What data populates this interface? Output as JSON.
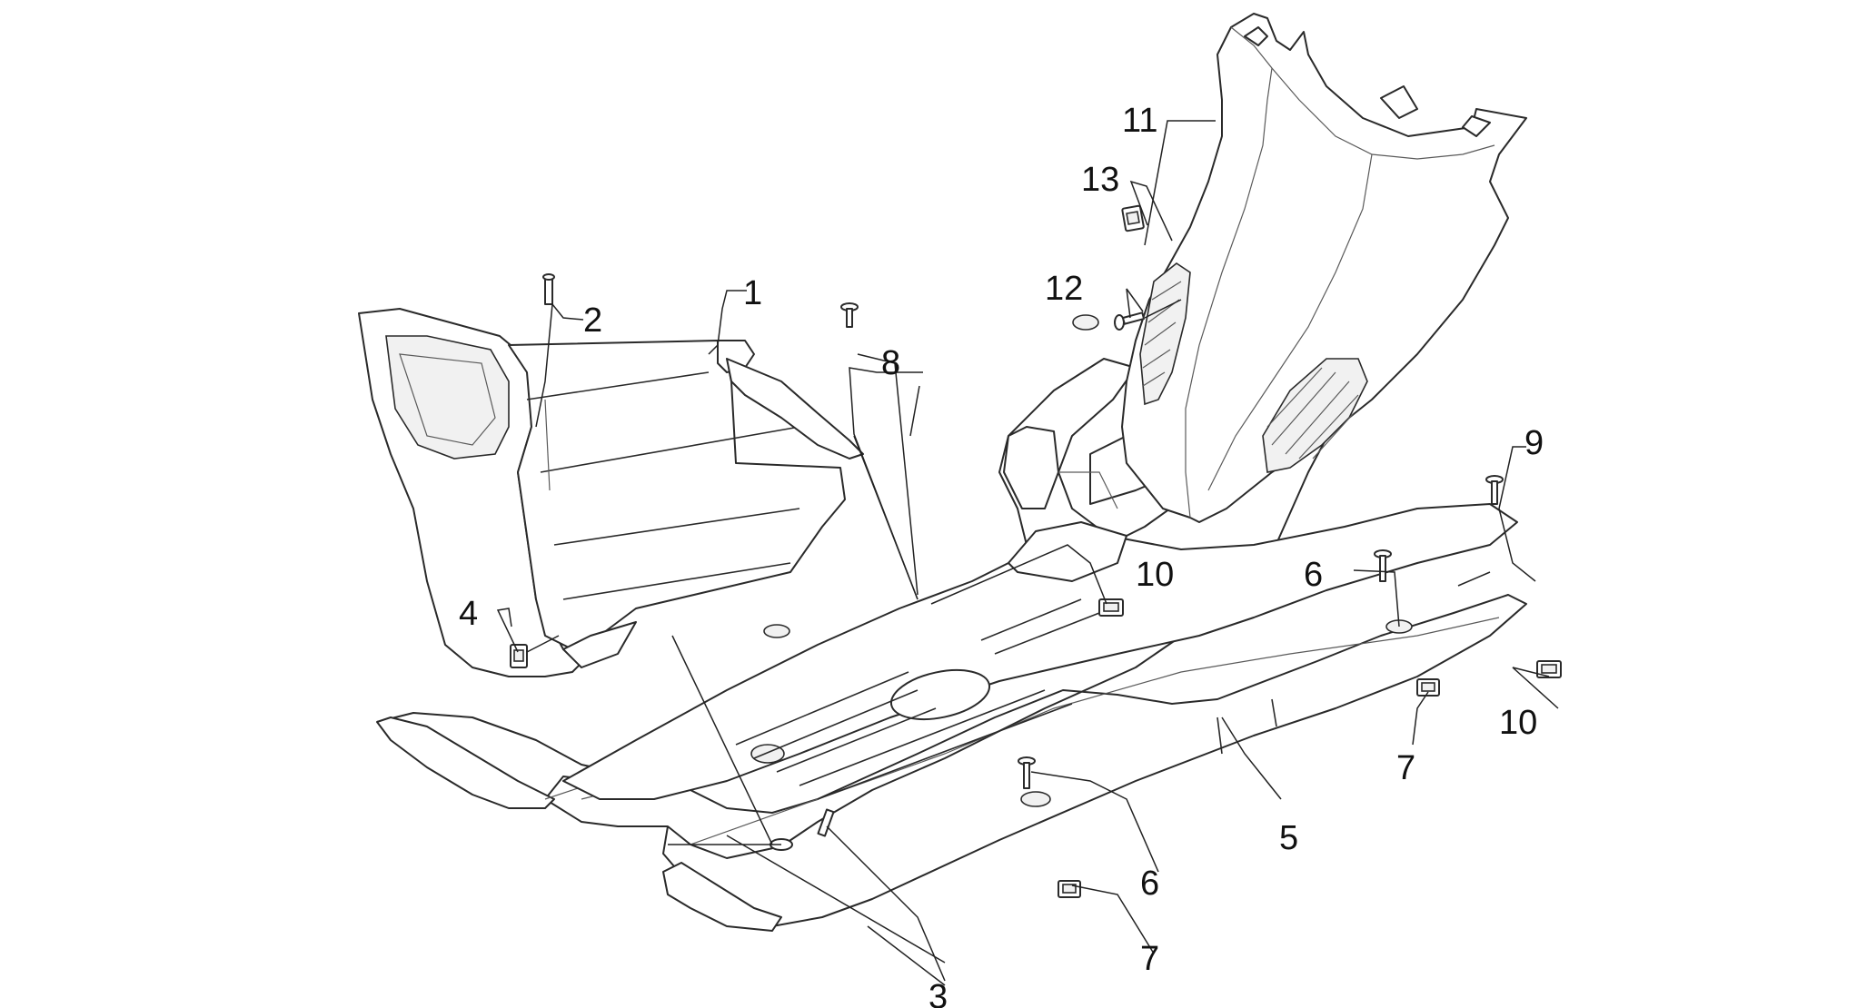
{
  "callouts": [
    {
      "id": "c1",
      "text": "1"
    },
    {
      "id": "c2",
      "text": "2"
    },
    {
      "id": "c3",
      "text": "3"
    },
    {
      "id": "c4",
      "text": "4"
    },
    {
      "id": "c5",
      "text": "5"
    },
    {
      "id": "c6a",
      "text": "6"
    },
    {
      "id": "c6b",
      "text": "6"
    },
    {
      "id": "c7a",
      "text": "7"
    },
    {
      "id": "c7b",
      "text": "7"
    },
    {
      "id": "c8",
      "text": "8"
    },
    {
      "id": "c9",
      "text": "9"
    },
    {
      "id": "c10a",
      "text": "10"
    },
    {
      "id": "c10b",
      "text": "10"
    },
    {
      "id": "c11",
      "text": "11"
    },
    {
      "id": "c12",
      "text": "12"
    },
    {
      "id": "c13",
      "text": "13"
    }
  ]
}
